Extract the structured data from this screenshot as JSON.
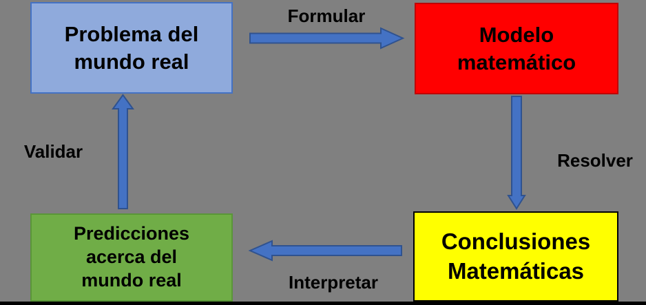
{
  "canvas": {
    "background": "#808080",
    "bottom_bar_color": "#000000"
  },
  "diagram": {
    "type": "cycle",
    "nodes": [
      {
        "id": "problema-mundo-real",
        "label": "Problema del\nmundo real",
        "fill": "#8FAADC",
        "border": "#4472C4",
        "text_color": "#000000"
      },
      {
        "id": "modelo-matematico",
        "label": "Modelo\nmatemático",
        "fill": "#FF0000",
        "border": "#C00000",
        "text_color": "#000000"
      },
      {
        "id": "conclusiones-matematicas",
        "label": "Conclusiones\nMatemáticas",
        "fill": "#FFFF00",
        "border": "#000000",
        "text_color": "#000000"
      },
      {
        "id": "predicciones-mundo-real",
        "label": "Predicciones\nacerca del\nmundo real",
        "fill": "#70AD47",
        "border": "#5A9638",
        "text_color": "#000000"
      }
    ],
    "edges": [
      {
        "id": "formular",
        "label": "Formular",
        "from": "problema-mundo-real",
        "to": "modelo-matematico",
        "direction": "right"
      },
      {
        "id": "resolver",
        "label": "Resolver",
        "from": "modelo-matematico",
        "to": "conclusiones-matematicas",
        "direction": "down"
      },
      {
        "id": "interpretar",
        "label": "Interpretar",
        "from": "conclusiones-matematicas",
        "to": "predicciones-mundo-real",
        "direction": "left"
      },
      {
        "id": "validar",
        "label": "Validar",
        "from": "predicciones-mundo-real",
        "to": "problema-mundo-real",
        "direction": "up"
      }
    ],
    "arrow": {
      "fill": "#4472C4",
      "stroke": "#2F528F"
    }
  }
}
